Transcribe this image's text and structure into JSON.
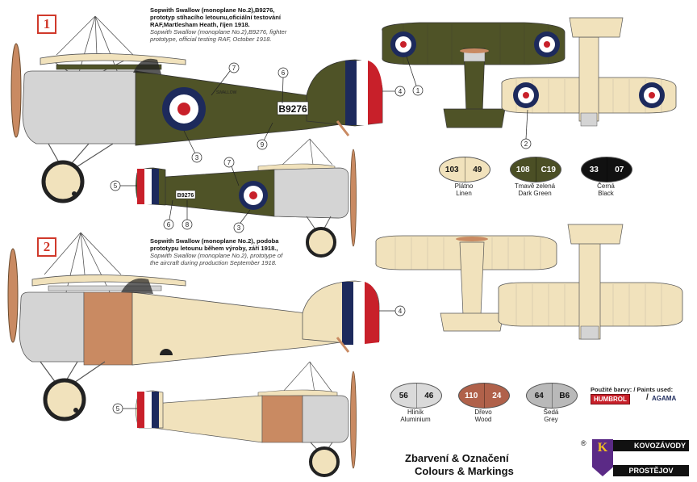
{
  "variant1": {
    "badge": "1",
    "caption_bold": "Sopwith Swallow (monoplane No.2),B9276, prototyp stíhacího letounu,oficiální testování RAF,Martlesham Heath, říjen 1918.",
    "caption_italic": "Sopwith Swallow (monoplane No.2),B9276, fighter prototype, official testing RAF, October 1918.",
    "serial": "B9276",
    "serial_small": "B9276",
    "name_on_fuselage": "SWALLOW"
  },
  "variant2": {
    "badge": "2",
    "caption_bold": "Sopwith Swallow (monoplane No.2), podoba prototypu letounu během výroby, září 1918.,",
    "caption_italic": "Sopwith Swallow (monoplane No.2), prototype of the aircraft during production September 1918."
  },
  "callouts": {
    "c1": "1",
    "c2": "2",
    "c3": "3",
    "c4": "4",
    "c5": "5",
    "c6": "6",
    "c7": "7",
    "c8": "8",
    "c9": "9"
  },
  "colours_row1": [
    {
      "a": "103",
      "b": "49",
      "fill": "#f1e2bc",
      "label_cz": "Plátno",
      "label_en": "Linen"
    },
    {
      "a": "108",
      "b": "C19",
      "fill": "#4b4f25",
      "text": "#ffffff",
      "label_cz": "Tmavě zelená",
      "label_en": "Dark Green"
    },
    {
      "a": "33",
      "b": "07",
      "fill": "#111111",
      "text": "#ffffff",
      "label_cz": "Černá",
      "label_en": "Black"
    }
  ],
  "colours_row2": [
    {
      "a": "56",
      "b": "46",
      "fill": "#dadada",
      "label_cz": "Hliník",
      "label_en": "Aluminium"
    },
    {
      "a": "110",
      "b": "24",
      "fill": "#b0614a",
      "text": "#ffffff",
      "label_cz": "Dřevo",
      "label_en": "Wood"
    },
    {
      "a": "64",
      "b": "B6",
      "fill": "#b9b9b9",
      "label_cz": "Šedá",
      "label_en": "Grey"
    }
  ],
  "paints": {
    "used_label": "Použité barvy: / Paints used:",
    "humbrol": "HUMBROL",
    "sep": "/",
    "agama": "AGAMA"
  },
  "footer": {
    "title_cz": "Zbarvení & Označení",
    "title_en": "Colours & Markings",
    "registered": "®",
    "brand_k": "K",
    "brand_top": "KOVOZÁVODY",
    "brand_bottom": "PROSTĚJOV"
  },
  "colors": {
    "olive": "#4f5327",
    "linen": "#f1e2bc",
    "aluminium": "#d4d4d4",
    "wood": "#c98a62",
    "roundel_blue": "#1d2a5c",
    "roundel_red": "#c8202a"
  }
}
